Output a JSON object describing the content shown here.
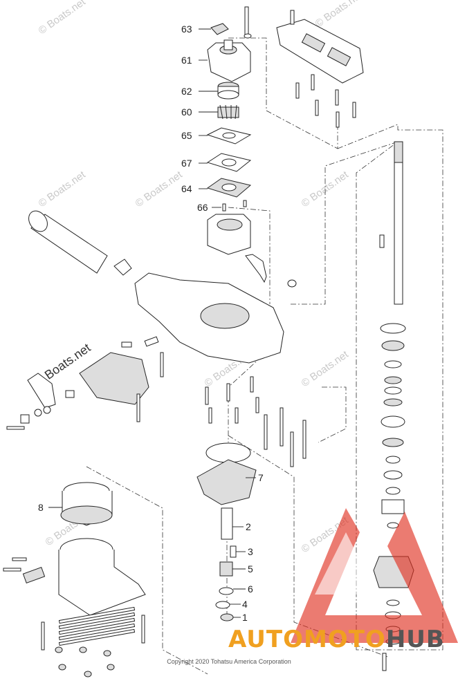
{
  "watermarks": [
    "© Boats.net",
    "© Boats.net",
    "© Boats.net",
    "© Boats.net",
    "© Boats.net",
    "© Boats.net",
    "© Boats.net",
    "© Boats.net",
    "© Boats.net"
  ],
  "brand_watermark": "© Boats.net",
  "callouts": [
    {
      "id": "63",
      "label": "63"
    },
    {
      "id": "61",
      "label": "61"
    },
    {
      "id": "62",
      "label": "62"
    },
    {
      "id": "60",
      "label": "60"
    },
    {
      "id": "65",
      "label": "65"
    },
    {
      "id": "67",
      "label": "67"
    },
    {
      "id": "64",
      "label": "64"
    },
    {
      "id": "66",
      "label": "66"
    },
    {
      "id": "7",
      "label": "7"
    },
    {
      "id": "8",
      "label": "8"
    },
    {
      "id": "2",
      "label": "2"
    },
    {
      "id": "3",
      "label": "3"
    },
    {
      "id": "5",
      "label": "5"
    },
    {
      "id": "6",
      "label": "6"
    },
    {
      "id": "4",
      "label": "4"
    },
    {
      "id": "1",
      "label": "1"
    }
  ],
  "copyright": "Copyright 2020 Tohatsu America Corporation",
  "logo": {
    "part1": "AUTOMOTO",
    "part2": "HUB"
  },
  "colors": {
    "logo_orange": "#f0a020",
    "logo_red": "#e03020",
    "logo_gray": "#555555",
    "watermark": "#c9c9c9"
  }
}
